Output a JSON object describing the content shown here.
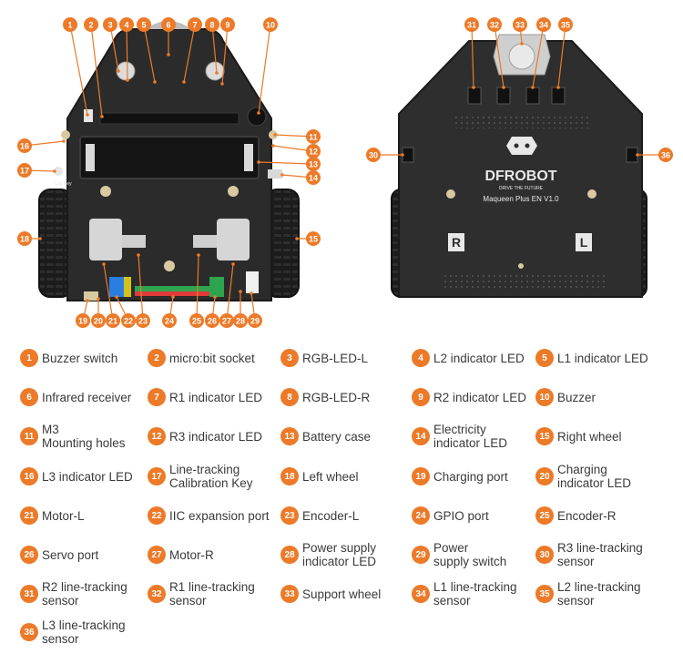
{
  "brand": {
    "logo_text": "DFROBOT",
    "tagline": "DRIVE THE FUTURE",
    "model": "Maqueen Plus EN  V1.0",
    "label_r": "R",
    "label_l": "L",
    "key_text": "Cali Key"
  },
  "colors": {
    "badge": "#ec7a28",
    "pcb": "#2b2b2b",
    "wheel": "#1e1e1e",
    "header_pins": [
      "#2ea44f",
      "#e03a3a",
      "#2a7de1",
      "#d4c21c"
    ]
  },
  "legend": [
    {
      "num": "1",
      "label": "Buzzer switch"
    },
    {
      "num": "2",
      "label": "micro:bit socket"
    },
    {
      "num": "3",
      "label": "RGB-LED-L"
    },
    {
      "num": "4",
      "label": "L2 indicator LED"
    },
    {
      "num": "5",
      "label": "L1 indicator LED"
    },
    {
      "num": "6",
      "label": "Infrared receiver"
    },
    {
      "num": "7",
      "label": "R1 indicator LED"
    },
    {
      "num": "8",
      "label": "RGB-LED-R"
    },
    {
      "num": "9",
      "label": "R2 indicator LED"
    },
    {
      "num": "10",
      "label": "Buzzer"
    },
    {
      "num": "11",
      "label": "M3\nMounting holes"
    },
    {
      "num": "12",
      "label": "R3 indicator LED"
    },
    {
      "num": "13",
      "label": "Battery case"
    },
    {
      "num": "14",
      "label": "Electricity\nindicator LED"
    },
    {
      "num": "15",
      "label": "Right wheel"
    },
    {
      "num": "16",
      "label": "L3 indicator LED"
    },
    {
      "num": "17",
      "label": "Line-tracking\nCalibration Key"
    },
    {
      "num": "18",
      "label": "Left wheel"
    },
    {
      "num": "19",
      "label": "Charging port"
    },
    {
      "num": "20",
      "label": "Charging\nindicator LED"
    },
    {
      "num": "21",
      "label": "Motor-L"
    },
    {
      "num": "22",
      "label": "IIC expansion port"
    },
    {
      "num": "23",
      "label": "Encoder-L"
    },
    {
      "num": "24",
      "label": "GPIO port"
    },
    {
      "num": "25",
      "label": "Encoder-R"
    },
    {
      "num": "26",
      "label": "Servo port"
    },
    {
      "num": "27",
      "label": "Motor-R"
    },
    {
      "num": "28",
      "label": "Power supply\nindicator LED"
    },
    {
      "num": "29",
      "label": "Power\nsupply switch"
    },
    {
      "num": "30",
      "label": "R3 line-tracking\nsensor"
    },
    {
      "num": "31",
      "label": "R2 line-tracking\nsensor"
    },
    {
      "num": "32",
      "label": "R1 line-tracking\nsensor"
    },
    {
      "num": "33",
      "label": "Support wheel"
    },
    {
      "num": "34",
      "label": "L1 line-tracking\nsensor"
    },
    {
      "num": "35",
      "label": "L2 line-tracking\nsensor"
    },
    {
      "num": "36",
      "label": "L3 line-tracking\nsensor"
    }
  ]
}
